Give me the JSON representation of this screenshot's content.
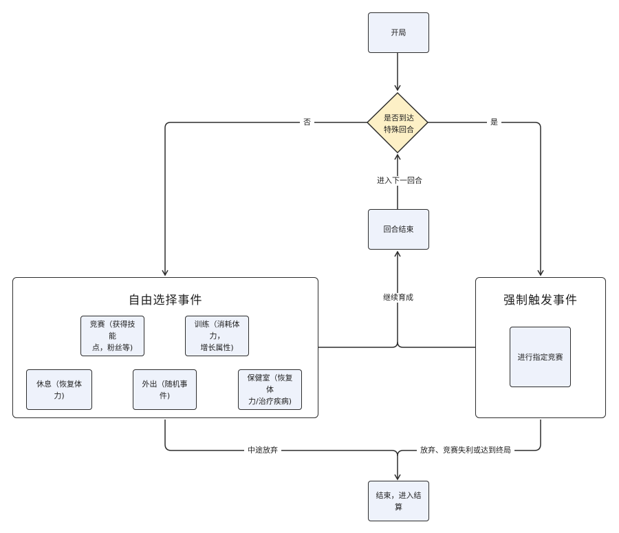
{
  "nodes": {
    "start": "开局",
    "decision": "是否到达\n特殊回合",
    "round_end": "回合结束",
    "end": "结束，进入结算"
  },
  "groups": {
    "free": {
      "title": "自由选择事件",
      "items": [
        "竞赛（获得技能\n点，粉丝等)",
        "训练（消耗体力，\n增长属性)",
        "休息（恢复体力)",
        "外出（随机事件)",
        "保健室（恢复体\n力/治疗疾病)"
      ]
    },
    "forced": {
      "title": "强制触发事件",
      "items": [
        "进行指定竞赛"
      ]
    }
  },
  "edges": {
    "no": "否",
    "yes": "是",
    "next_round": "进入下一回合",
    "continue": "继续育成",
    "quit": "中途放弃",
    "finish": "放弃、竞赛失利或达到终局"
  },
  "colors": {
    "node_fill": "#eef2fb",
    "decision_fill": "#fdf0c6",
    "stroke": "#2b2b2b"
  }
}
